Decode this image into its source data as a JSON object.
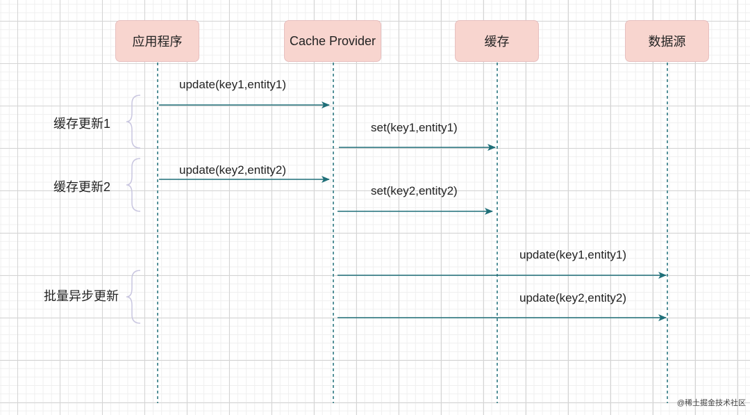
{
  "participants": [
    {
      "label": "应用程序"
    },
    {
      "label": "Cache Provider"
    },
    {
      "label": "缓存"
    },
    {
      "label": "数据源"
    }
  ],
  "messages": [
    {
      "label": "update(key1,entity1)",
      "from": "应用程序",
      "to": "Cache Provider"
    },
    {
      "label": "set(key1,entity1)",
      "from": "Cache Provider",
      "to": "缓存"
    },
    {
      "label": "update(key2,entity2)",
      "from": "应用程序",
      "to": "Cache Provider"
    },
    {
      "label": "set(key2,entity2)",
      "from": "Cache Provider",
      "to": "缓存"
    },
    {
      "label": "update(key1,entity1)",
      "from": "Cache Provider",
      "to": "数据源"
    },
    {
      "label": "update(key2,entity2)",
      "from": "Cache Provider",
      "to": "数据源"
    }
  ],
  "groups": [
    {
      "label": "缓存更新1"
    },
    {
      "label": "缓存更新2"
    },
    {
      "label": "批量异步更新"
    }
  ],
  "colors": {
    "participant_fill": "#f8d5cf",
    "participant_border": "#e7bfbf",
    "lifeline": "#1f6f78",
    "arrow": "#1f6f78",
    "brace": "#c9c6e0"
  },
  "watermark": "@稀土掘金技术社区"
}
